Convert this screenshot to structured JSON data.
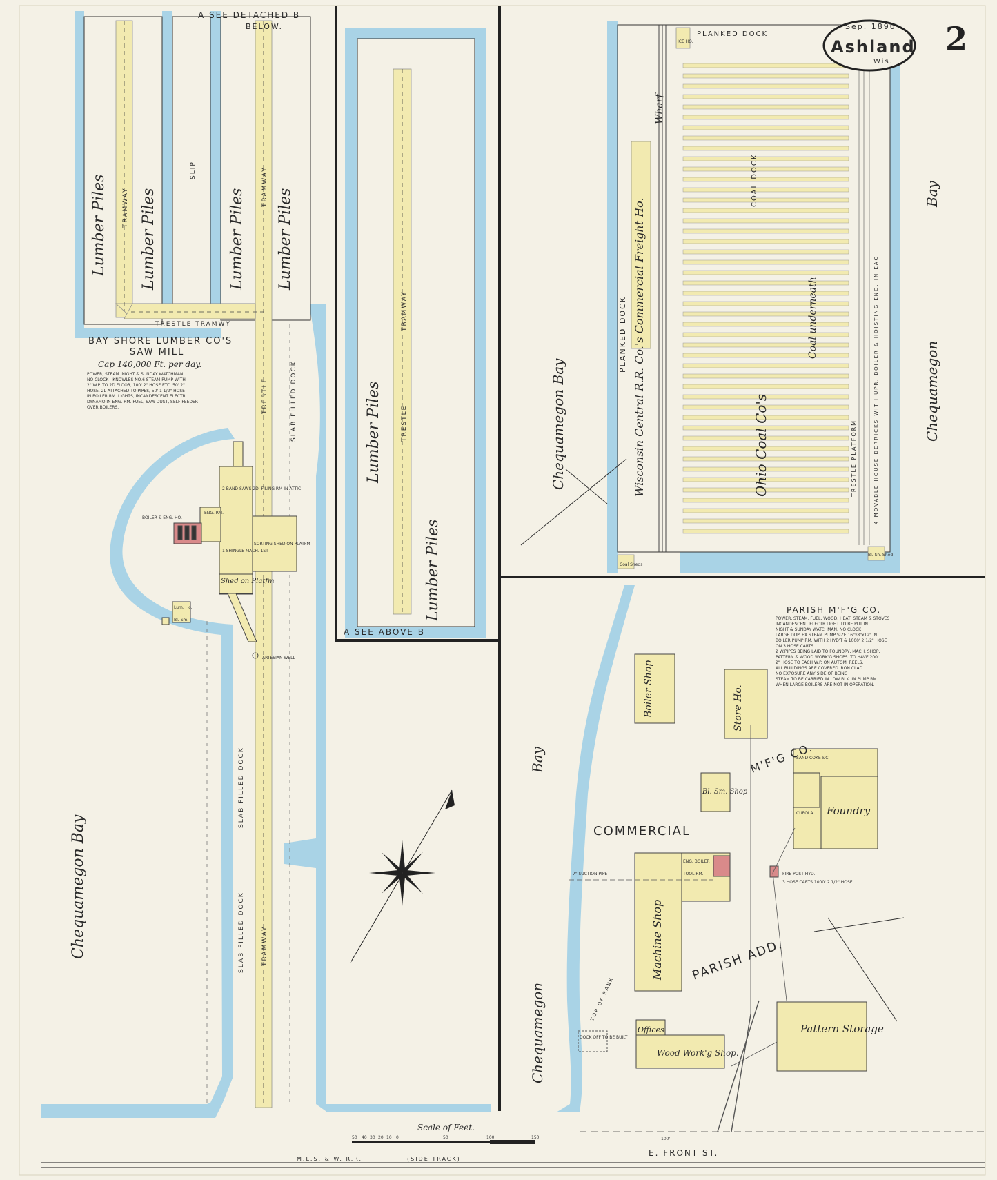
{
  "sheet": {
    "date": "Sep. 1890",
    "city": "Ashland",
    "state": "Wis.",
    "number": "2"
  },
  "colors": {
    "paper": "#f4f1e6",
    "water": "#a9d3e6",
    "frame_yellow": "#f2eab0",
    "brick_red": "#d98a8a",
    "ink": "#222222"
  },
  "labels": {
    "see_detached": "A  SEE   DETACHED   B",
    "below": "BELOW.",
    "see_above": "A    SEE     ABOVE    B",
    "lumber_piles": "Lumber Piles",
    "trestle_tramway": "TRESTLE   TRAMWY",
    "trestle": "TRESTLE",
    "tramway": "TRAMWAY",
    "slip": "SLIP",
    "slab_filled_dock": "SLAB  FILLED  DOCK",
    "planked_dock": "PLANKED   DOCK",
    "planked_dock_top": "PLANKED                          DOCK",
    "wharf": "Wharf",
    "bay": "Bay",
    "chequamegon": "Chequamegon",
    "chequamegon_bay": "Chequamegon   Bay",
    "wcrr_freight": "Wisconsin Central R.R. Co.'s Commercial Freight Ho.",
    "ohio_coal": "Ohio Coal Co's",
    "coal_dock": "COAL DOCK",
    "coal_underneath": "Coal underneath",
    "trestle_platform": "TRESTLE PLATFORM",
    "movable_derricks": "4 MOVABLE HOUSE DERRICKS WITH UPR. BOILER & HOISTING ENG. IN EACH",
    "commercial": "COMMERCIAL",
    "parish_add": "PARISH ADD.",
    "mfg_co": "M'F'G  CO.",
    "top_of_bank": "TOP OF BANK",
    "front_st": "E. FRONT  ST.",
    "rr": "M.L.S. & W.  R.R.",
    "side_track": "(SIDE TRACK)",
    "scale": "Scale of Feet.",
    "scale_ticks": [
      "50",
      "40",
      "30",
      "20",
      "10",
      "0",
      "50",
      "100",
      "150"
    ],
    "dist_100": "100'",
    "artesian_well": "ARTESIAN WELL",
    "coal_sheds": "Coal Sheds",
    "ice_ho": "ICE HO.",
    "bl_sh_shed": "Bl. Sh. Shed",
    "dock_off": "DOCK OFF TO BE BUILT"
  },
  "saw_mill": {
    "title_1": "BAY  SHORE  LUMBER  CO'S",
    "title_2": "SAW MILL",
    "capacity": "Cap 140,000 Ft. per day.",
    "notes": [
      "POWER, STEAM.  NIGHT & SUNDAY WATCHMAN",
      "NO CLOCK - KNOWLES NO.6 STEAM PUMP WITH",
      "2\" W.P. TO 2D FLOOR, 100' 2\" HOSE ETC. 50' 2\"",
      "HOSE. 2L ATTACHED TO PIPES, 50' 1 1/2\" HOSE",
      "IN BOILER RM. LIGHTS, INCANDESCENT ELECTR.",
      "DYNAMO IN ENG. RM.  FUEL, SAW DUST, SELF FEEDER",
      "OVER BOILERS."
    ],
    "bldg_a": "2 BAND SAWS 2D. FILING RM IN ATTIC",
    "engine_rm": "ENG. RM.",
    "boiler_rm": "BOILER & ENG. HO.",
    "shed_platf": "Shed on Platfm",
    "sorting_shed": "SORTING SHED ON PLATFM",
    "lath_mill": "1 SHINGLE MACH. 1ST",
    "bl_sm": "Bl. Sm.",
    "lum_ho": "Lum. Ho."
  },
  "parish": {
    "title": "PARISH  M'F'G  CO.",
    "notes": [
      "POWER, STEAM.  FUEL, WOOD.  HEAT, STEAM & STOVES",
      "INCANDESCENT ELECTR LIGHT TO BE PUT IN.",
      "NIGHT & SUNDAY WATCHMAN.  NO CLOCK",
      "LARGE DUPLEX STEAM PUMP SIZE 16\"x8\"x12\" IN",
      "BOILER PUMP RM. WITH 2 HYD'T & 1000' 2 1/2\" HOSE",
      "ON 3 HOSE CARTS",
      "2 W.PIPES BEING LAID TO FOUNDRY, MACH. SHOP,",
      "PATTERN & WOOD WORK'G SHOPS. TO HAVE 200'",
      "2\" HOSE TO EACH W.P. ON AUTOM. REELS.",
      "ALL BUILDINGS ARE COVERED IRON CLAD",
      "NO EXPOSURE ANY SIDE OF BEING",
      "STEAM TO BE CARRIED IN LOW BLK. IN PUMP RM.",
      "WHEN LARGE BOILERS ARE NOT IN OPERATION."
    ],
    "boiler_shop": "Boiler Shop",
    "store_ho": "Store Ho.",
    "bl_sm_shop": "Bl. Sm. Shop",
    "foundry": "Foundry",
    "sand_coke": "SAND COKE &C.",
    "cupola": "CUPOLA",
    "machine_shop": "Machine Shop",
    "offices": "Offices",
    "wood_workg": "Wood Work'g Shop.",
    "pattern_storage": "Pattern Storage",
    "eng_boiler": "ENG. BOILER",
    "tool_rm": "TOOL RM.",
    "fire_post": "FIRE POST HYD.",
    "hose_carts": "3 HOSE CARTS 1000' 2 1/2\" HOSE",
    "suction_pipe": "7\" SUCTION PIPE"
  }
}
